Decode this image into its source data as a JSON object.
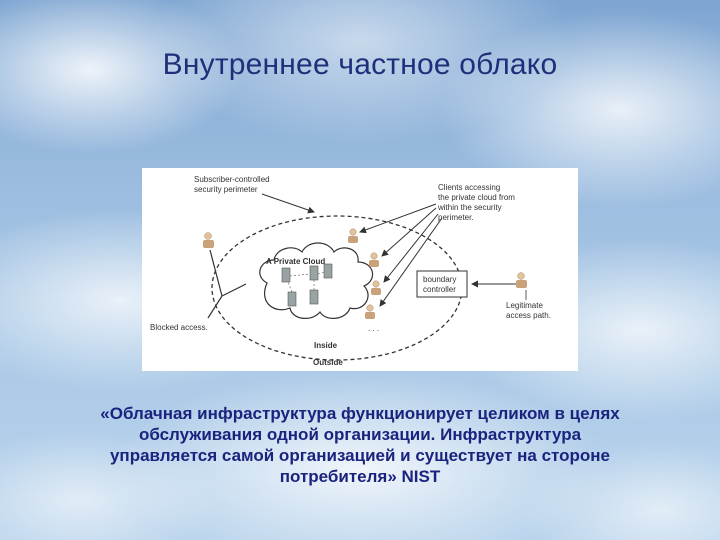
{
  "slide": {
    "title": "Внутреннее частное облако",
    "quote_lines": [
      "«Облачная инфраструктура функционирует целиком в целях",
      "обслуживания одной организации. Инфраструктура",
      "управляется самой организацией и существует на стороне",
      "потребителя» NIST"
    ]
  },
  "diagram": {
    "perimeter_label": [
      "Subscriber-controlled",
      "security perimeter"
    ],
    "clients_label": [
      "Clients accessing",
      "the private cloud from",
      "within the security",
      "perimeter."
    ],
    "cloud_label": "A Private Cloud",
    "boundary_label": [
      "boundary",
      "controller"
    ],
    "legit_label": [
      "Legitimate",
      "access path."
    ],
    "blocked_label": "Blocked access.",
    "inside_label": "Inside",
    "outside_label": "Outside",
    "colors": {
      "title": "#1f2f7a",
      "quote": "#1a237e",
      "diagram_ink": "#333333"
    }
  }
}
